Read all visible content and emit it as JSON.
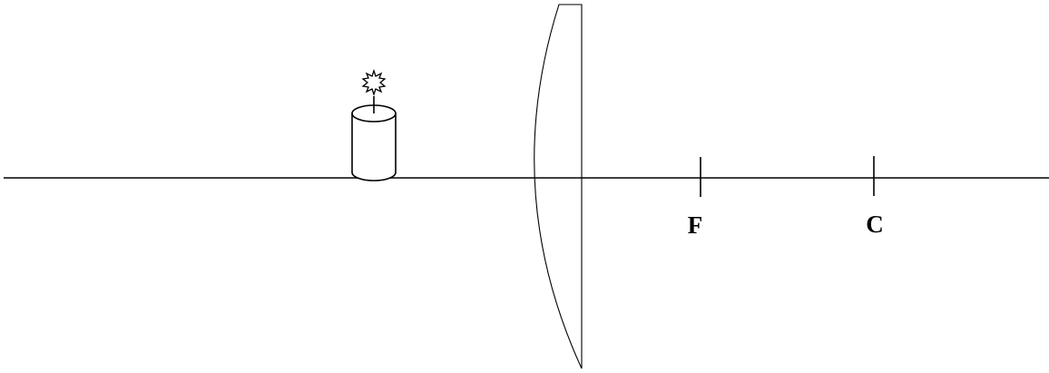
{
  "diagram": {
    "labels": {
      "focal_point": "F",
      "center_of_curvature": "C"
    },
    "objects": {
      "candle": "candle-icon",
      "flame": "flame-icon",
      "lens": "plano-convex-lens"
    },
    "colors": {
      "ink": "#000000",
      "background": "#ffffff",
      "candle_fill": "#ffffff"
    }
  }
}
